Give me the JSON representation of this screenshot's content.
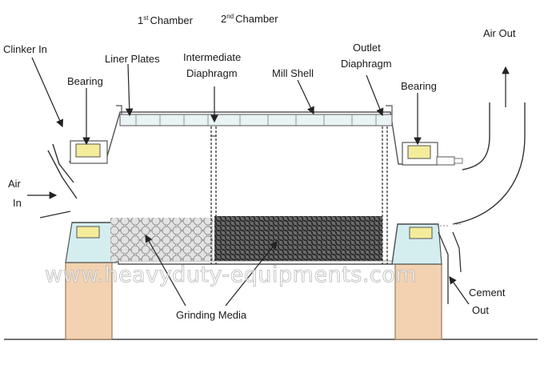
{
  "labels": {
    "chamber1": {
      "num": "1",
      "sup": "st",
      "text": "Chamber"
    },
    "chamber2": {
      "num": "2",
      "sup": "nd",
      "text": "Chamber"
    },
    "clinker_in": "Clinker In",
    "liner_plates": "Liner Plates",
    "intermediate_1": "Intermediate",
    "intermediate_2": "Diaphragm",
    "mill_shell": "Mill Shell",
    "outlet_1": "Outlet",
    "outlet_2": "Diaphragm",
    "air_out": "Air Out",
    "bearing_left": "Bearing",
    "bearing_right": "Bearing",
    "air_in_1": "Air",
    "air_in_2": "In",
    "grinding_media": "Grinding Media",
    "cement_1": "Cement",
    "cement_2": "Out"
  },
  "watermark": "www.heavyduty-equipments.com",
  "colors": {
    "bearing_fill": "#f4ec9a",
    "pedestal_fill": "#f2d2b0",
    "housing_fill": "#d4eef0",
    "coarse_media": "#e8e8e8",
    "fine_media": "#4a4a4a"
  }
}
